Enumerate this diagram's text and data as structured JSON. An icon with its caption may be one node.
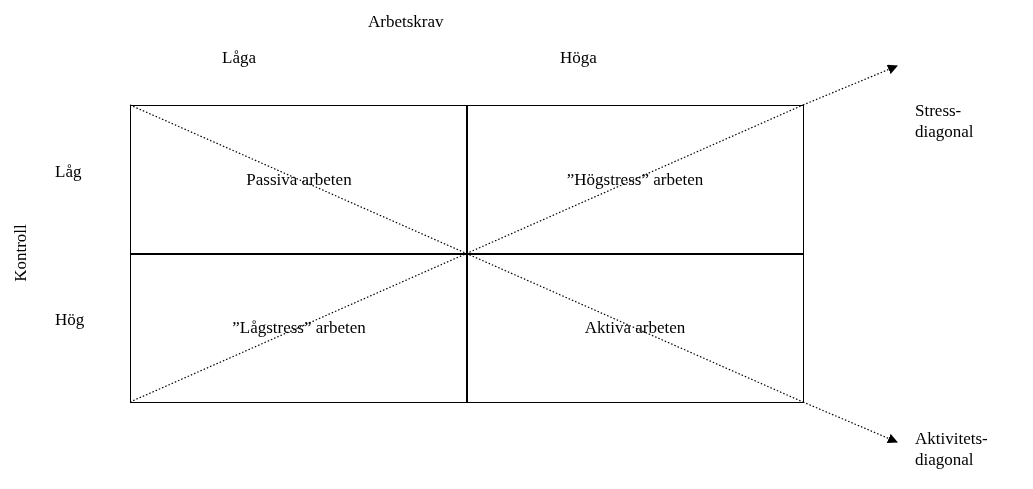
{
  "diagram": {
    "nodes": [
      {
        "text": [
          "Passiva arbeten"
        ]
      },
      {
        "text": [
          "”Högstress” arbeten"
        ]
      },
      {
        "text": [
          "”Lågstress” arbeten"
        ]
      },
      {
        "text": [
          "Aktiva arbeten"
        ]
      },
      {
        "text": [
          "Stress-diagonal"
        ]
      },
      {
        "text": [
          "Aktivitets-diagonal"
        ]
      }
    ],
    "edges": [
      {
        "from": 2,
        "to": 1,
        "arrow": "none",
        "style": "dashed"
      },
      {
        "from": 1,
        "to": 4,
        "arrow": "to",
        "style": "dashed"
      },
      {
        "from": 0,
        "to": 3,
        "arrow": "none",
        "style": "dashed"
      },
      {
        "from": 3,
        "to": 5,
        "arrow": "to",
        "style": "dashed"
      }
    ],
    "labels": [
      "Arbetskrav",
      "Låga",
      "Höga",
      "Kontroll",
      "Låg",
      "Hög"
    ]
  }
}
